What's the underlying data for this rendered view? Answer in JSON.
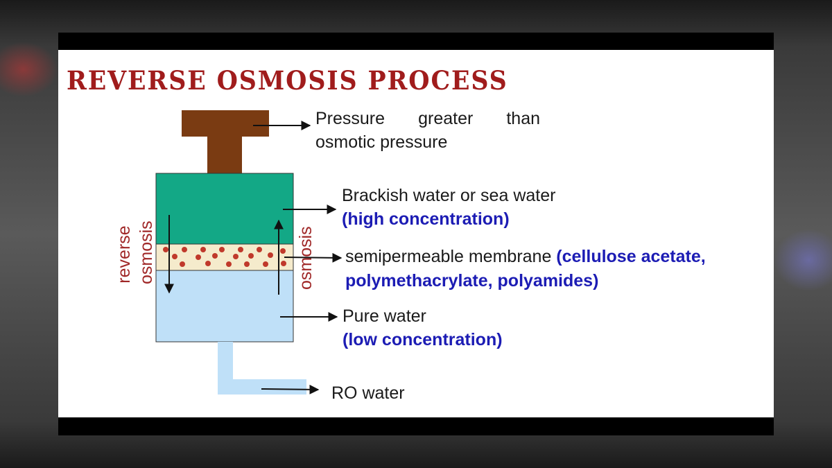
{
  "title": "REVERSE OSMOSIS PROCESS",
  "labels": {
    "pressure_line1": "Pressure   greater   than",
    "pressure_line2": "osmotic pressure",
    "brackish_line1": "Brackish  water  or  sea  water",
    "brackish_line2": "(high concentration)",
    "membrane_plain": "semipermeable membrane ",
    "membrane_bold1": "(cellulose acetate,",
    "membrane_bold2": "polymethacrylate, polyamides)",
    "pure_line1": "Pure water",
    "pure_line2": "(low concentration)",
    "ro_water": "RO water",
    "reverse_left": "reverse",
    "osmosis_left": "osmosis",
    "osmosis_right": "osmosis"
  },
  "colors": {
    "title": "#a01c1c",
    "piston": "#7a3b12",
    "sea_water": "#13a886",
    "membrane": "#f5ebcc",
    "particles": "#c0392b",
    "pure_water": "#bfe0f8",
    "emphasis_text": "#1c1cb4",
    "side_text": "#a02828"
  }
}
